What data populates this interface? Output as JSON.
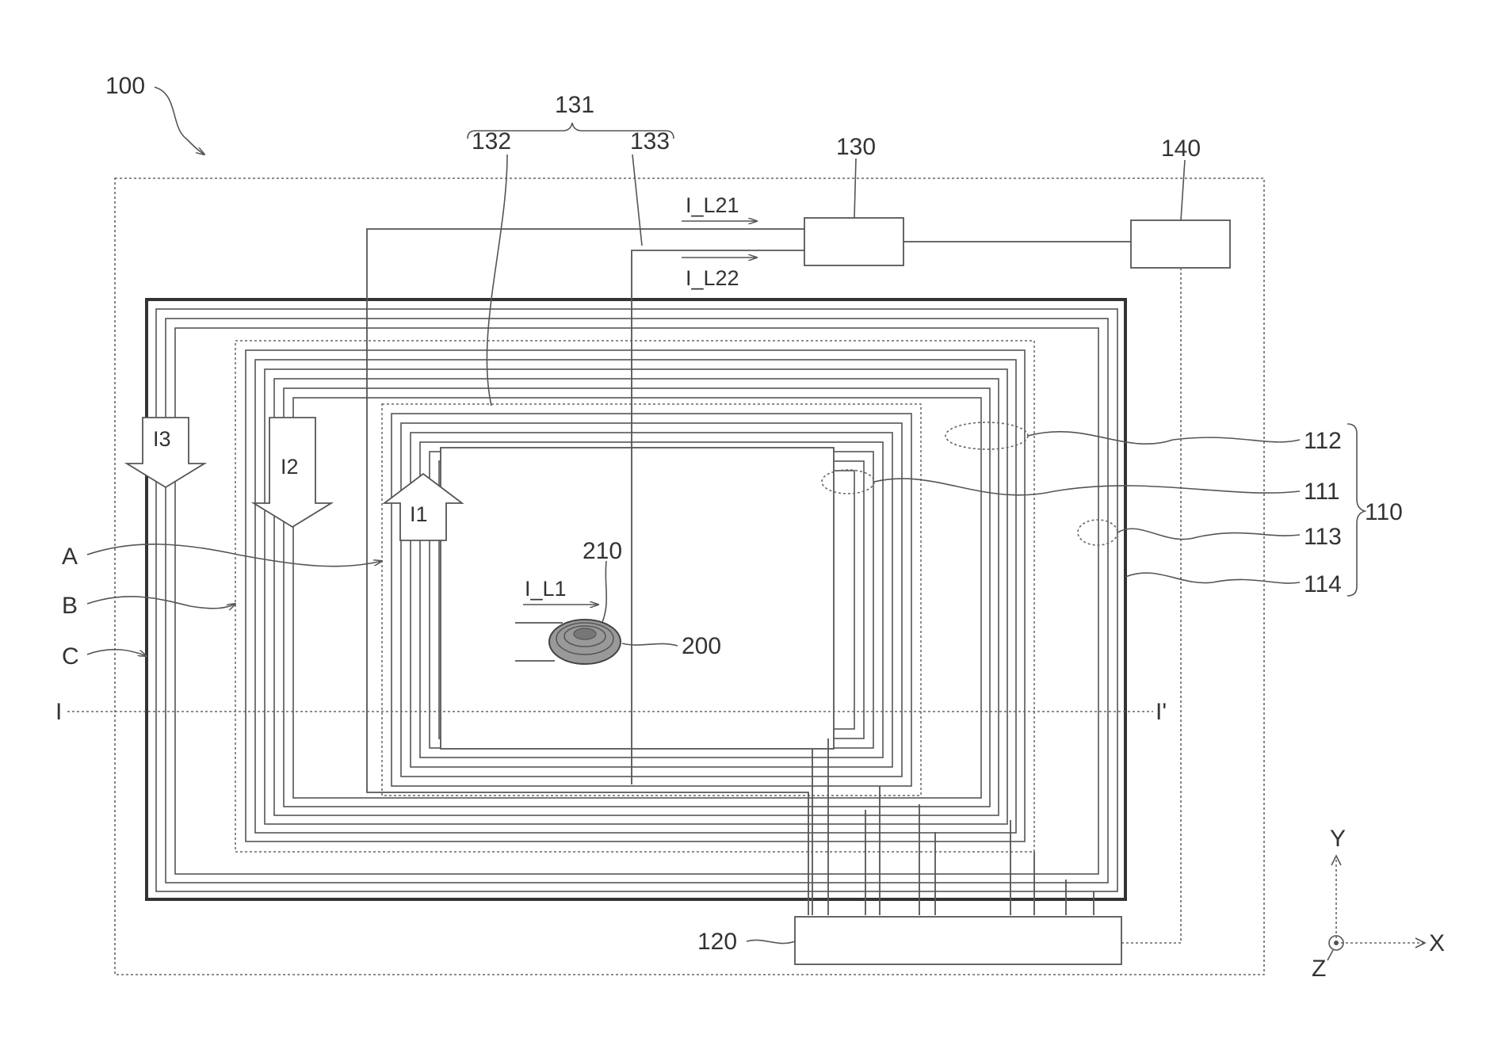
{
  "labels": {
    "device": "100",
    "group_131": "131",
    "line_132": "132",
    "line_133": "133",
    "box_130": "130",
    "box_140": "140",
    "current_21": "I_L21",
    "current_22": "I_L22",
    "coil_112": "112",
    "coil_111": "111",
    "coil_113": "113",
    "coil_114": "114",
    "group_110": "110",
    "region_a": "A",
    "region_b": "B",
    "region_c": "C",
    "arrow_i1": "I1",
    "arrow_i2": "I2",
    "arrow_i3": "I3",
    "object_210": "210",
    "current_l1": "I_L1",
    "object_200": "200",
    "section_start": "I",
    "section_end": "I'",
    "box_120": "120",
    "axis_y": "Y",
    "axis_x": "X",
    "axis_z": "Z"
  }
}
